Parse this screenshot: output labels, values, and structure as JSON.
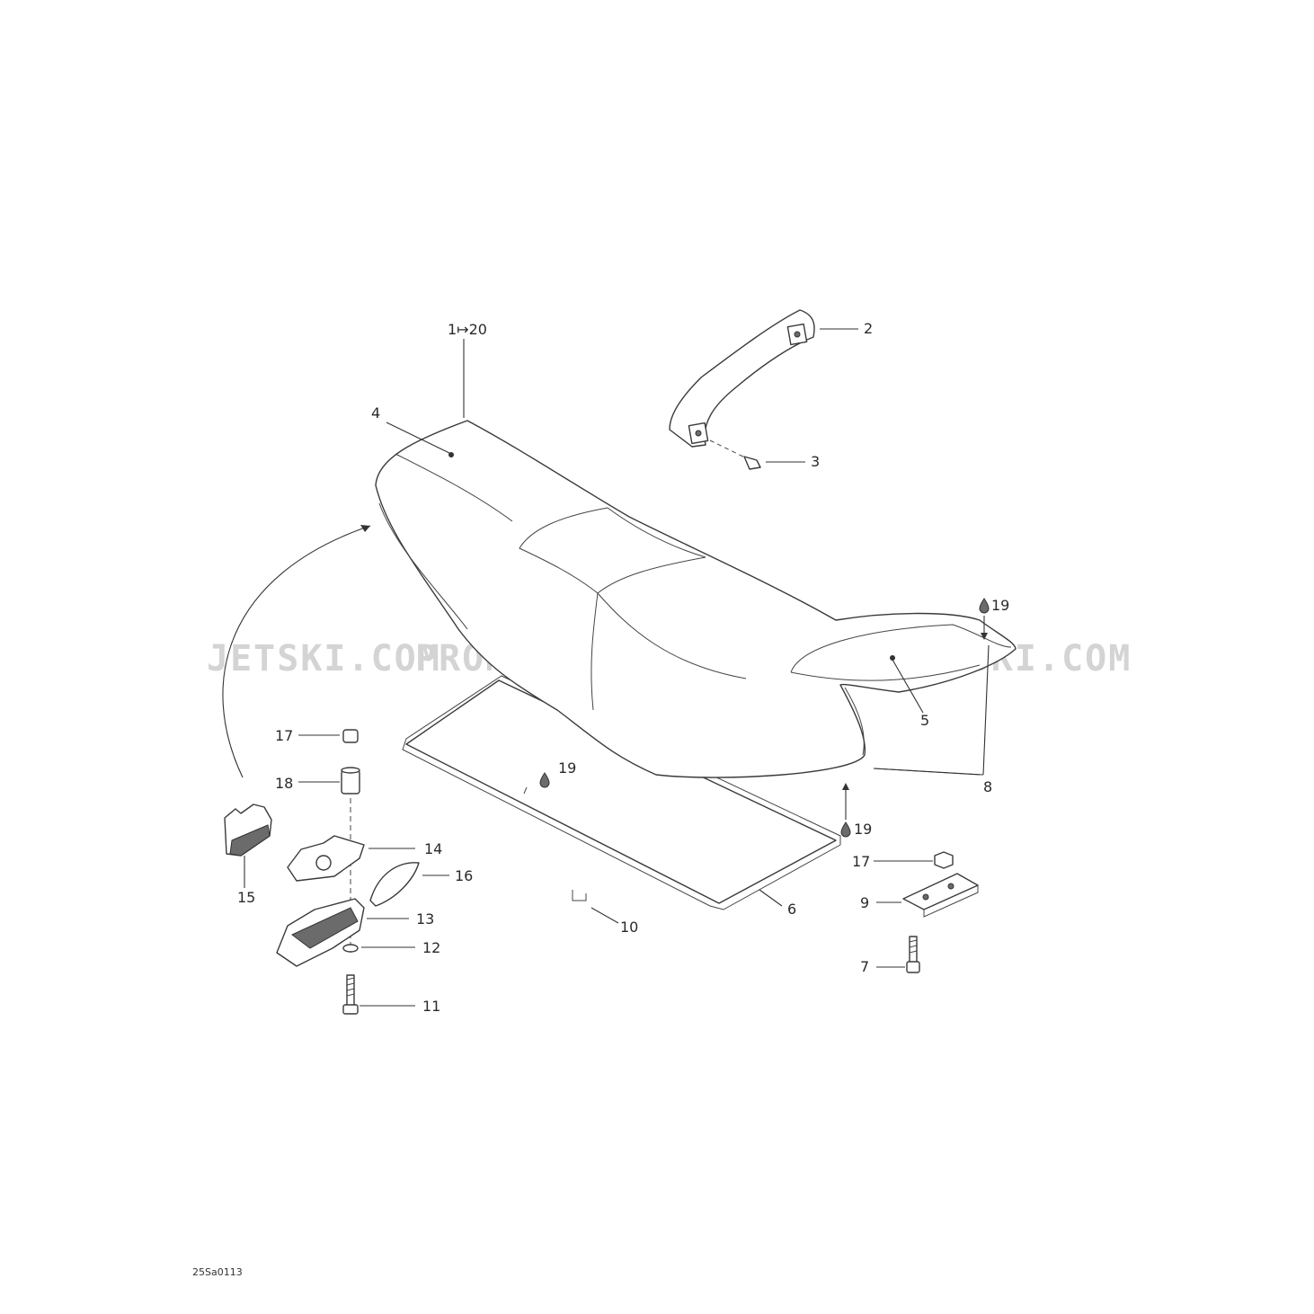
{
  "diagram": {
    "drawing_code": "25Sa0113",
    "watermark": [
      "JETSKI.COM",
      "PROMO-JETSKI.COM",
      "PROMO-JETSKI.COM"
    ],
    "callouts": {
      "c1_20": "1↦20",
      "c2": "2",
      "c3": "3",
      "c4": "4",
      "c5": "5",
      "c6": "6",
      "c7": "7",
      "c8": "8",
      "c9": "9",
      "c10": "10",
      "c11": "11",
      "c12": "12",
      "c13": "13",
      "c14": "14",
      "c15": "15",
      "c16": "16",
      "c17a": "17",
      "c17b": "17",
      "c18": "18",
      "c19a": "19",
      "c19b": "19",
      "c19c": "19"
    },
    "icons": {
      "adhesive": "drop-icon"
    }
  }
}
